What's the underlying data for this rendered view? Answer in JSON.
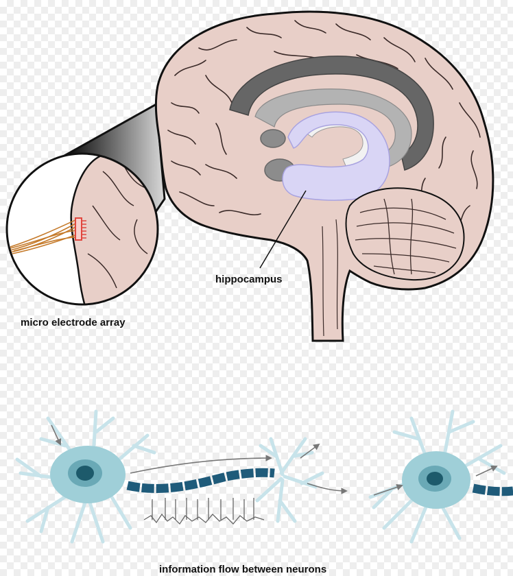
{
  "labels": {
    "hippocampus": "hippocampus",
    "micro_electrode_array": "micro electrode array",
    "information_flow": "information flow between neurons"
  },
  "colors": {
    "brain": "#e8cfc8",
    "outline": "#111111",
    "fold_line": "#3a2a28",
    "corpus_dark": "#666666",
    "fornix_light": "#b3b3b3",
    "hippocampus": "#d9d5f5",
    "neuron_dendrite": "#c7e3ea",
    "neuron_body": "#9fcfd8",
    "neuron_nucleus_ring": "#6aa9b6",
    "neuron_nucleus": "#1d5a6b",
    "axon": "#1f5b7a",
    "electrode_wires": "#c57a2a",
    "electrode": "#e0473e",
    "arrow": "#777777",
    "spike_trace": "#666666"
  }
}
